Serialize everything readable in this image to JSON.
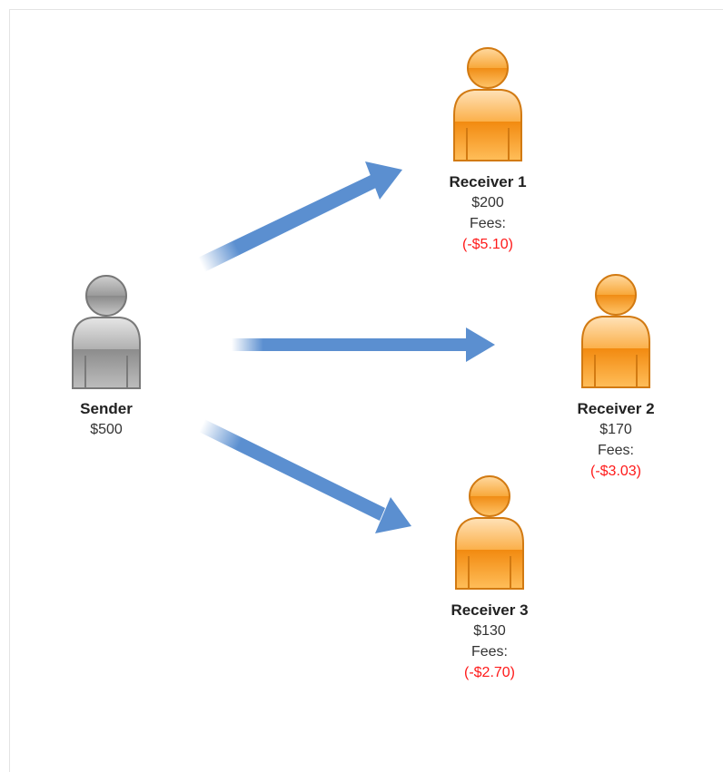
{
  "colors": {
    "arrow": "#5b8fd0",
    "sender_figure": "#9a9a9a",
    "receiver_figure": "#f7941d",
    "fee_text": "#ff1a1a"
  },
  "sender": {
    "icon": "person-gray-icon",
    "name": "Sender",
    "amount": "$500"
  },
  "receivers": [
    {
      "icon": "person-orange-icon",
      "name": "Receiver 1",
      "amount": "$200",
      "fees_label": "Fees:",
      "fee": "(-$5.10)"
    },
    {
      "icon": "person-orange-icon",
      "name": "Receiver 2",
      "amount": "$170",
      "fees_label": "Fees:",
      "fee": "(-$3.03)"
    },
    {
      "icon": "person-orange-icon",
      "name": "Receiver 3",
      "amount": "$130",
      "fees_label": "Fees:",
      "fee": "(-$2.70)"
    }
  ]
}
